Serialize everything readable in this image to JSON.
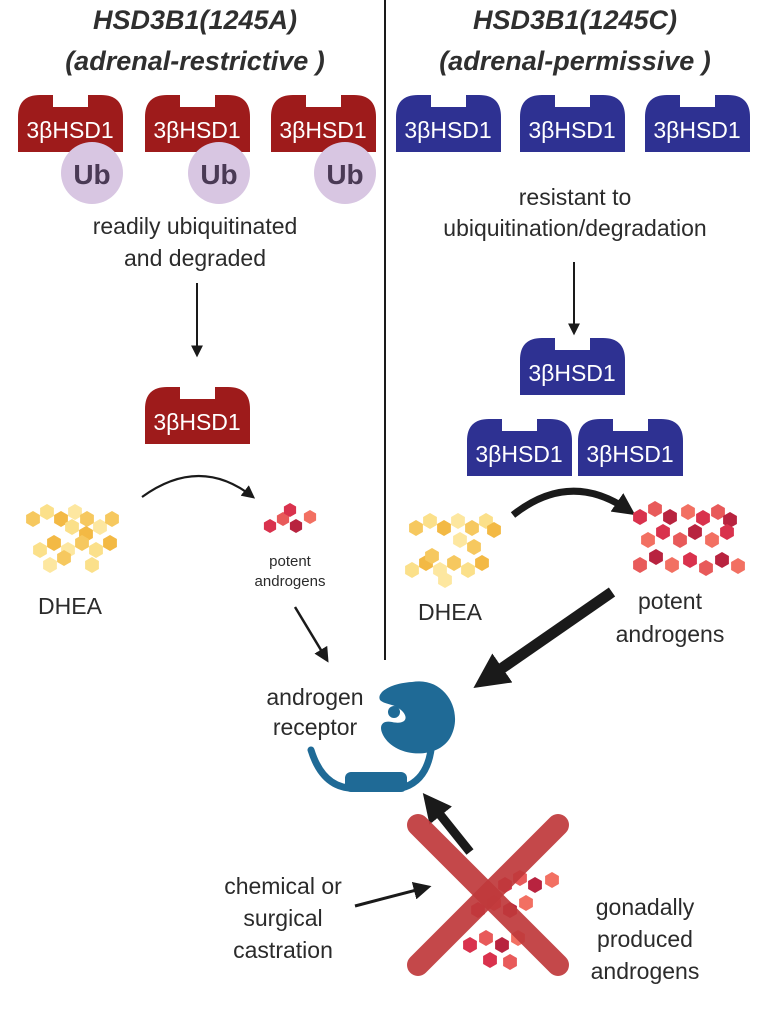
{
  "left": {
    "title": "HSD3B1(1245A)",
    "subtitle": "(adrenal-restrictive )",
    "enzyme_label": "3βHSD1",
    "ub_label": "Ub",
    "note_line1": "readily ubiquitinated",
    "note_line2": "and degraded",
    "substrate": "DHEA",
    "product_line1": "potent",
    "product_line2": "androgens"
  },
  "right": {
    "title": "HSD3B1(1245C)",
    "subtitle": "(adrenal-permissive )",
    "enzyme_label": "3βHSD1",
    "note_line1": "resistant to",
    "note_line2": "ubiquitination/degradation",
    "substrate": "DHEA",
    "product_line1": "potent",
    "product_line2": "androgens"
  },
  "center": {
    "receptor_line1": "androgen",
    "receptor_line2": "receptor",
    "castration_line1": "chemical or",
    "castration_line2": "surgical",
    "castration_line3": "castration",
    "gonadal_line1": "gonadally",
    "gonadal_line2": "produced",
    "gonadal_line3": "androgens"
  },
  "colors": {
    "restrictive_enzyme": "#9e1b1b",
    "permissive_enzyme": "#2e3192",
    "ubiquitin": "#d8c6e2",
    "dhea_hex": "#f6c85f",
    "androgen_hex": "#d9324d",
    "receptor": "#1f6a96",
    "cross": "#c0393b"
  }
}
